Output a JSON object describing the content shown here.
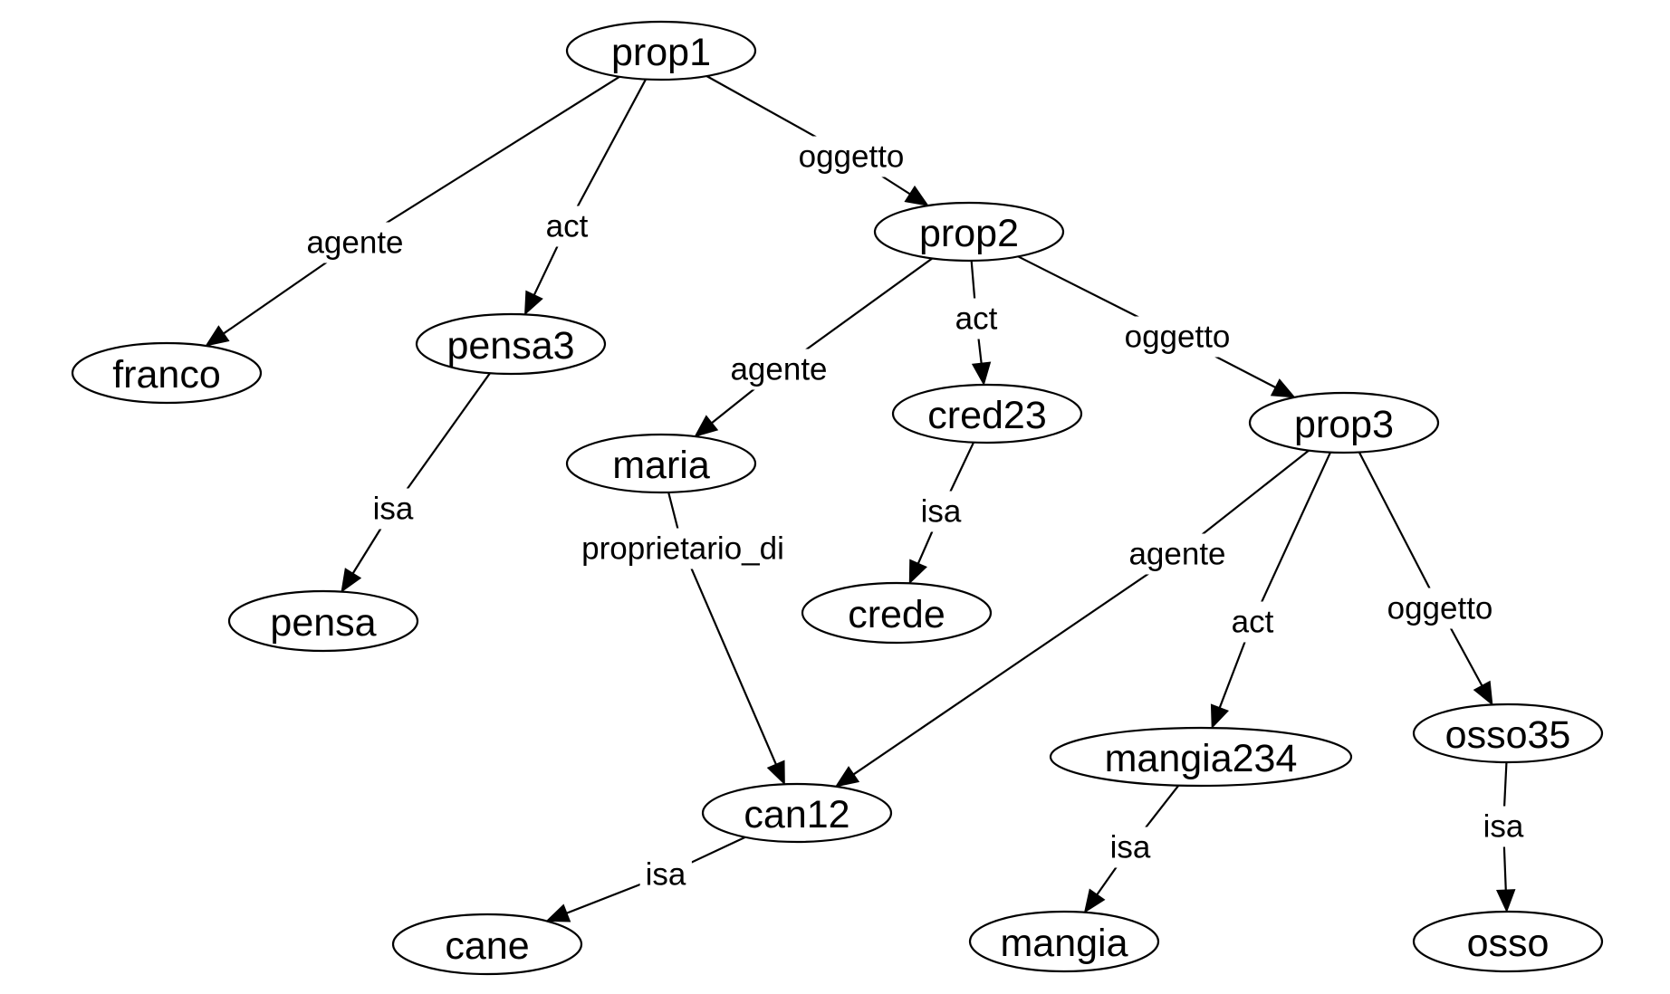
{
  "nodes": [
    {
      "id": "prop1",
      "label": "prop1"
    },
    {
      "id": "franco",
      "label": "franco"
    },
    {
      "id": "pensa3",
      "label": "pensa3"
    },
    {
      "id": "pensa",
      "label": "pensa"
    },
    {
      "id": "prop2",
      "label": "prop2"
    },
    {
      "id": "maria",
      "label": "maria"
    },
    {
      "id": "cred23",
      "label": "cred23"
    },
    {
      "id": "crede",
      "label": "crede"
    },
    {
      "id": "prop3",
      "label": "prop3"
    },
    {
      "id": "can12",
      "label": "can12"
    },
    {
      "id": "cane",
      "label": "cane"
    },
    {
      "id": "mangia234",
      "label": "mangia234"
    },
    {
      "id": "mangia",
      "label": "mangia"
    },
    {
      "id": "osso35",
      "label": "osso35"
    },
    {
      "id": "osso",
      "label": "osso"
    }
  ],
  "edges": [
    {
      "from": "prop1",
      "to": "franco",
      "label": "agente"
    },
    {
      "from": "prop1",
      "to": "pensa3",
      "label": "act"
    },
    {
      "from": "prop1",
      "to": "prop2",
      "label": "oggetto"
    },
    {
      "from": "pensa3",
      "to": "pensa",
      "label": "isa"
    },
    {
      "from": "prop2",
      "to": "maria",
      "label": "agente"
    },
    {
      "from": "prop2",
      "to": "cred23",
      "label": "act"
    },
    {
      "from": "prop2",
      "to": "prop3",
      "label": "oggetto"
    },
    {
      "from": "maria",
      "to": "can12",
      "label": "proprietario_di"
    },
    {
      "from": "cred23",
      "to": "crede",
      "label": "isa"
    },
    {
      "from": "prop3",
      "to": "can12",
      "label": "agente"
    },
    {
      "from": "prop3",
      "to": "mangia234",
      "label": "act"
    },
    {
      "from": "prop3",
      "to": "osso35",
      "label": "oggetto"
    },
    {
      "from": "can12",
      "to": "cane",
      "label": "isa"
    },
    {
      "from": "mangia234",
      "to": "mangia",
      "label": "isa"
    },
    {
      "from": "osso35",
      "to": "osso",
      "label": "isa"
    }
  ]
}
